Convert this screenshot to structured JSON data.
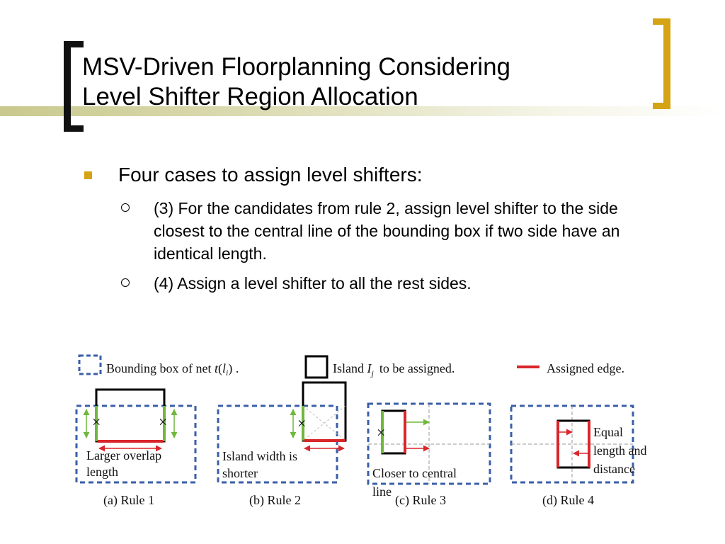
{
  "title": {
    "line1": "MSV-Driven Floorplanning Considering",
    "line2": "Level Shifter Region Allocation"
  },
  "bullets": {
    "main": "Four cases to assign level shifters:",
    "sub": [
      "(3) For the candidates from rule 2, assign level shifter to the side closest to the central line of the bounding box if two side have an identical length.",
      "(4) Assign a level shifter to all the rest sides."
    ]
  },
  "figure": {
    "legend": {
      "bbox_pre": "Bounding box of net ",
      "bbox_t": "t",
      "bbox_l": "l",
      "bbox_i": "i",
      "bbox_post": " .",
      "island_pre": "Island ",
      "island_I": "I",
      "island_j": "j",
      "island_post": "to be assigned.",
      "assigned": "Assigned edge."
    },
    "rule1": {
      "caption": "(a) Rule 1",
      "note_line1": "Larger overlap",
      "note_line2": "length"
    },
    "rule2": {
      "caption": "(b) Rule 2",
      "note_line1": "Island width is",
      "note_line2": "shorter"
    },
    "rule3": {
      "caption": "(c) Rule 3",
      "note_line1": "Closer to central",
      "note_line2": "line"
    },
    "rule4": {
      "caption": "(d) Rule 4",
      "note_line1": "Equal",
      "note_line2": "length and",
      "note_line3": "distance"
    },
    "x_mark": "×",
    "colors": {
      "dashed_box": "#3a5fa8",
      "assigned_edge": "#d9262b",
      "overlap_arrow": "#6fb83b",
      "island": "#000000"
    }
  }
}
